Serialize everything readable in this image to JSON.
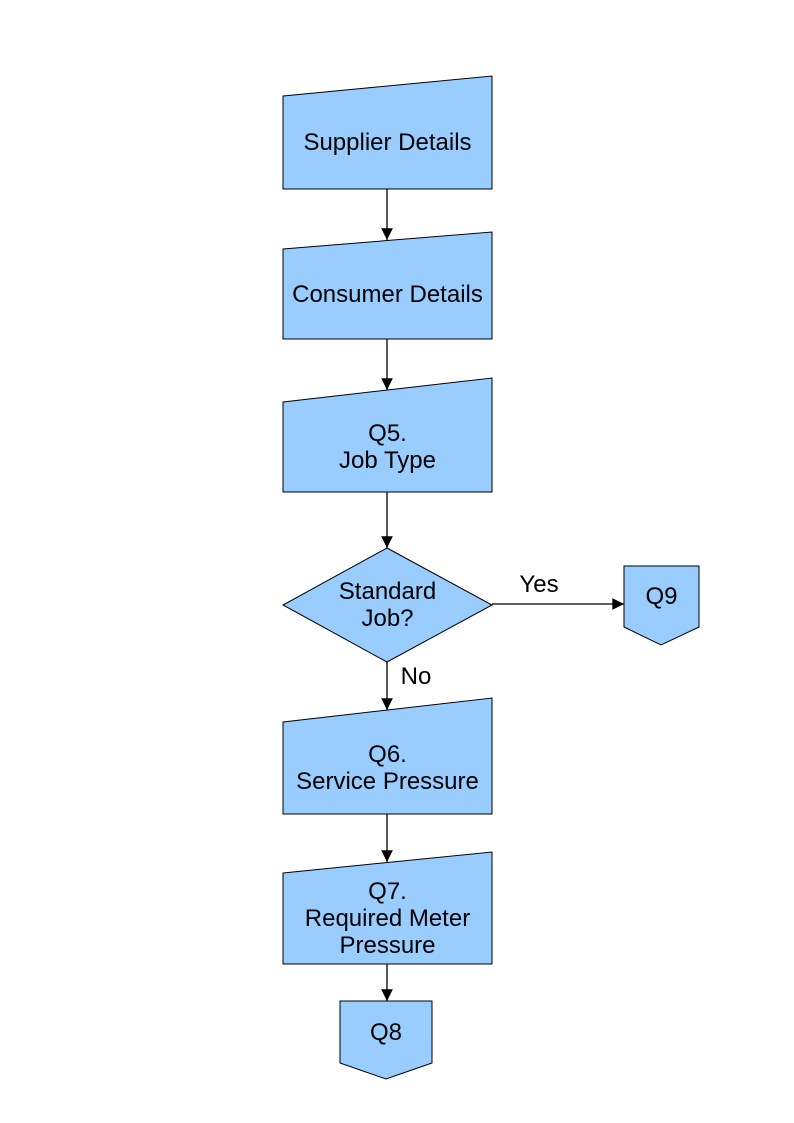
{
  "flowchart": {
    "colors": {
      "page_background": "#ffffff",
      "shape_fill": "#99ccff",
      "shape_stroke": "#000000",
      "line_color": "#000000",
      "text_color": "#000000"
    },
    "nodes": [
      {
        "id": "supplier-details",
        "type": "manual-input",
        "lines": [
          "Supplier Details"
        ]
      },
      {
        "id": "consumer-details",
        "type": "manual-input",
        "lines": [
          "Consumer Details"
        ]
      },
      {
        "id": "q5-job-type",
        "type": "manual-input",
        "lines": [
          "Q5.",
          "Job Type"
        ]
      },
      {
        "id": "standard-job-decision",
        "type": "decision-diamond",
        "lines": [
          "Standard",
          "Job?"
        ]
      },
      {
        "id": "q9-connector",
        "type": "off-page-connector",
        "lines": [
          "Q9"
        ]
      },
      {
        "id": "q6-service-pressure",
        "type": "manual-input",
        "lines": [
          "Q6.",
          "Service Pressure"
        ]
      },
      {
        "id": "q7-required-meter-pressure",
        "type": "manual-input",
        "lines": [
          "Q7.",
          "Required Meter",
          "Pressure"
        ]
      },
      {
        "id": "q8-connector",
        "type": "off-page-connector",
        "lines": [
          "Q8"
        ]
      }
    ],
    "edge_labels": {
      "yes": "Yes",
      "no": "No"
    }
  }
}
